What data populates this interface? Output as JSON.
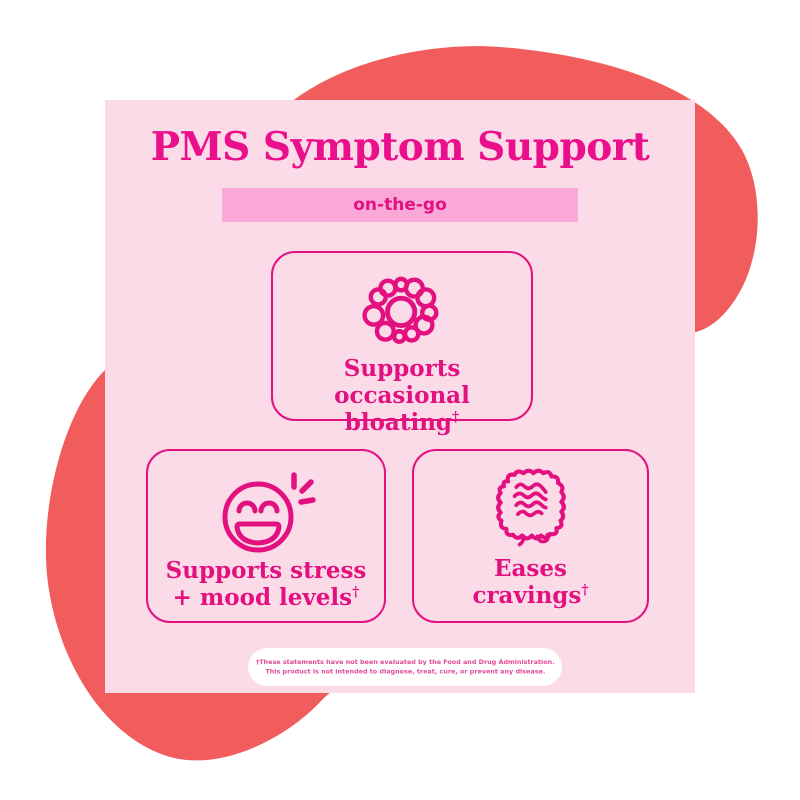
{
  "header": {
    "title": "PMS Symptom Support",
    "badge": "on-the-go"
  },
  "cards": [
    {
      "icon": "bloating-bubbles-icon",
      "line1": "Supports occasional",
      "line2": "bloating",
      "dagger": "†"
    },
    {
      "icon": "laughing-smiley-icon",
      "line1": "Supports stress",
      "line2": "+ mood levels",
      "dagger": "†"
    },
    {
      "icon": "intestine-icon",
      "line1": "Eases",
      "line2": "cravings",
      "dagger": "†"
    }
  ],
  "disclaimer": {
    "line1": "†These statements have not been evaluated by the Food and Drug Administration.",
    "line2": "This product is not intended to diagnose, treat, cure, or prevent any disease."
  },
  "colors": {
    "blob_coral": "#F15C5C",
    "background_pink": "#FBDBE8",
    "band_pink": "#F9A8D8",
    "accent_magenta": "#E3117F",
    "title_pink": "#EA0F8B",
    "pill_bg": "#FFFFFF",
    "disclaimer_text": "#DF4A96"
  }
}
